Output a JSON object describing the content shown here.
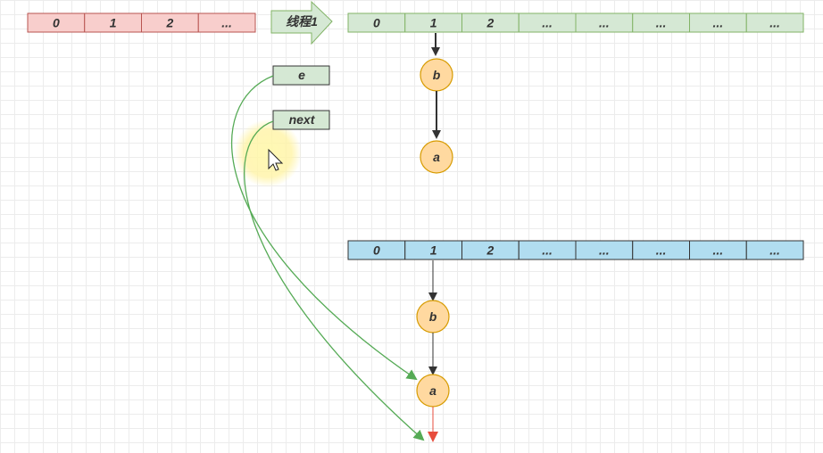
{
  "colors": {
    "red_cell": "#f8cecc",
    "red_border": "#b85450",
    "green_cell": "#d5e8d4",
    "green_border": "#82b366",
    "blue_cell": "#b1ddf0",
    "blue_border": "#10739e",
    "node_fill": "#ffd9a0",
    "node_border": "#d79b00",
    "curve": "#55aa55",
    "red_arrow": "#e74c3c",
    "cursor_halo": "#fff3a0"
  },
  "old_table": {
    "cells": [
      "0",
      "1",
      "2",
      "..."
    ]
  },
  "thread_arrow": {
    "label": "线程1"
  },
  "table_thread1": {
    "cells": [
      "0",
      "1",
      "2",
      "...",
      "...",
      "...",
      "...",
      "..."
    ]
  },
  "new_table": {
    "cells": [
      "0",
      "1",
      "2",
      "...",
      "...",
      "...",
      "...",
      "..."
    ]
  },
  "vars": {
    "e": "e",
    "next": "next"
  },
  "thread1_nodes": [
    "b",
    "a"
  ],
  "new_nodes": [
    "b",
    "a"
  ],
  "cursor_icon": "mouse-pointer-icon"
}
